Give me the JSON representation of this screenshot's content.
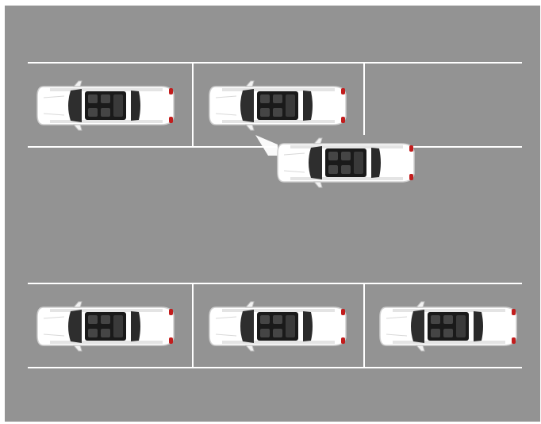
{
  "colors": {
    "frame": "#ffffff",
    "asphalt": "#939393",
    "lane_line": "#ffffff",
    "car_body": "#ffffff",
    "car_shadow": "#d2d2d2",
    "glass": "#2e2e2e",
    "roof_panel": "#1a1a1a",
    "seat": "#454545",
    "tail_light": "#c21d1d",
    "sensor_beam": "#ffffff"
  },
  "scene": {
    "subject": "parking-assist",
    "top_row": {
      "parked_cars": 2,
      "empty_bays": 1
    },
    "bottom_row": {
      "parked_cars": 3,
      "empty_bays": 0
    },
    "maneuvering_car": {
      "action": "reversing-into-bay",
      "orientation": "front-left"
    },
    "sensor_beam_visible": true
  }
}
